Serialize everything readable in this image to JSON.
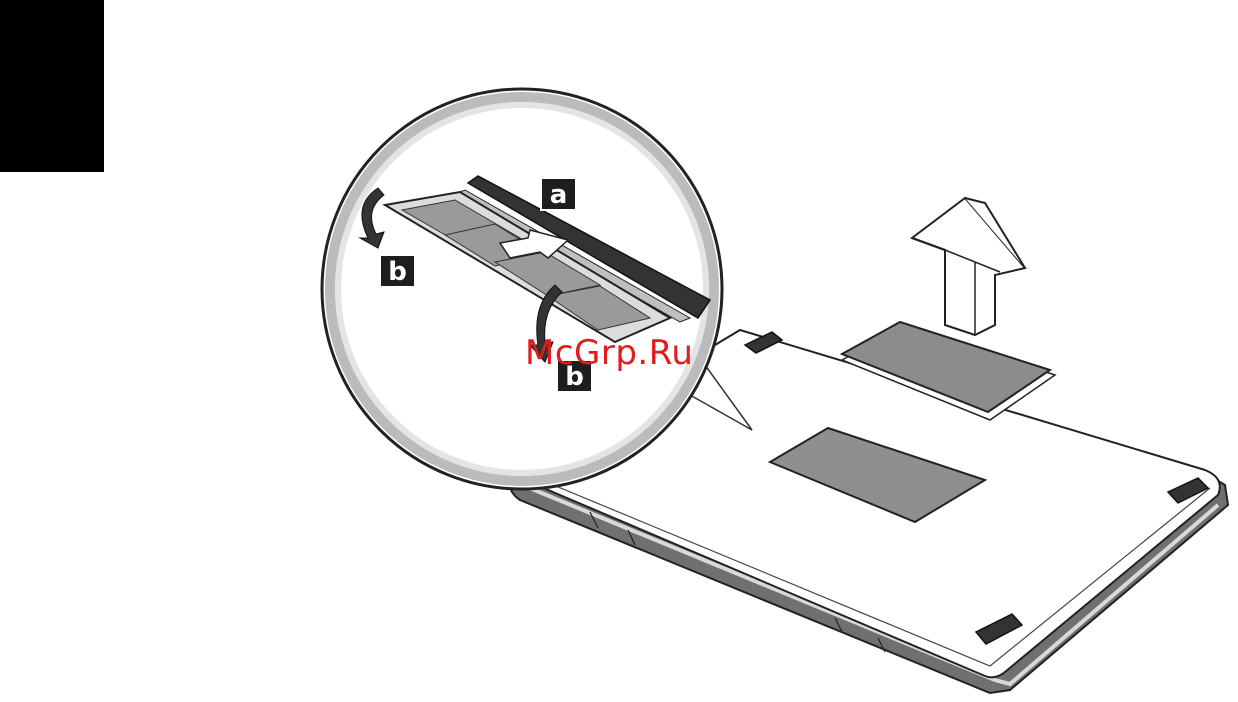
{
  "labels": {
    "a": "a",
    "b_left": "b",
    "b_bottom": "b"
  },
  "watermark": "McGrp.Ru",
  "colors": {
    "tab": "#000000",
    "panel": "#8c8c8c",
    "laptop_edge": "#6f6f6f",
    "watermark": "#e21c1c"
  },
  "icons": {
    "up_arrow": "up-arrow-icon",
    "rotate_arrows": "curved-arrow-icon",
    "push_arrow": "push-arrow-icon"
  }
}
